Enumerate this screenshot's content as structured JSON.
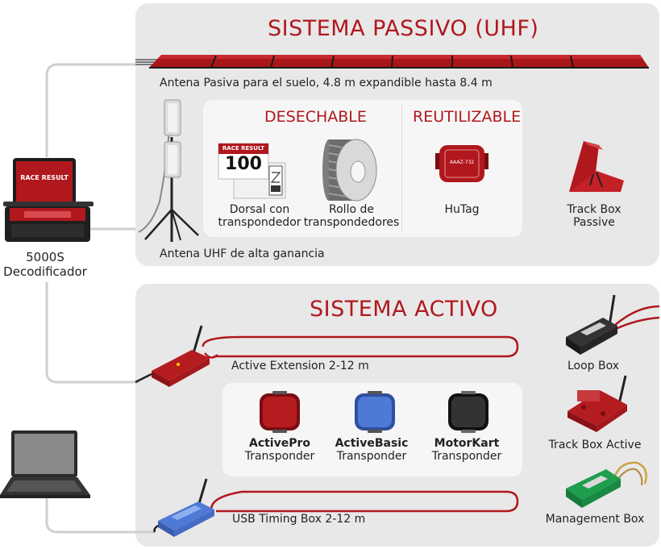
{
  "passive": {
    "title": "SISTEMA PASSIVO (UHF)",
    "floor_antenna": "Antena Pasiva para el suelo, 4.8 m expandible hasta 8.4 m",
    "uhf_antenna": "Antena UHF de alta ganancia",
    "disposable": {
      "title": "DESECHABLE",
      "bib_number": "100",
      "bib_brand": "RACE RESULT",
      "bib_label_1": "Dorsal con",
      "bib_label_2": "transpondedor",
      "roll_label_1": "Rollo de",
      "roll_label_2": "transpondedores"
    },
    "reusable": {
      "title": "REUTILIZABLE",
      "hutag_code": "AAAZ-732",
      "hutag_label": "HuTag"
    },
    "track_box_1": "Track Box",
    "track_box_2": "Passive"
  },
  "decoder": {
    "brand": "RACE RESULT",
    "label_1": "5000S",
    "label_2": "Decodificador"
  },
  "active": {
    "title": "SISTEMA ACTIVO",
    "extension": "Active Extension 2-12 m",
    "usb_box": "USB Timing Box 2-12 m",
    "transponders": [
      {
        "name": "ActivePro",
        "type": "Transponder"
      },
      {
        "name": "ActiveBasic",
        "type": "Transponder"
      },
      {
        "name": "MotorKart",
        "type": "Transponder"
      }
    ],
    "loop_box": "Loop Box",
    "track_box_active": "Track Box Active",
    "management_box": "Management Box"
  },
  "colors": {
    "accent": "#b0181e",
    "panel": "#e8e8e8",
    "active_pro": "#b51c1f",
    "active_basic": "#4f79d6",
    "motorkart": "#333333"
  }
}
